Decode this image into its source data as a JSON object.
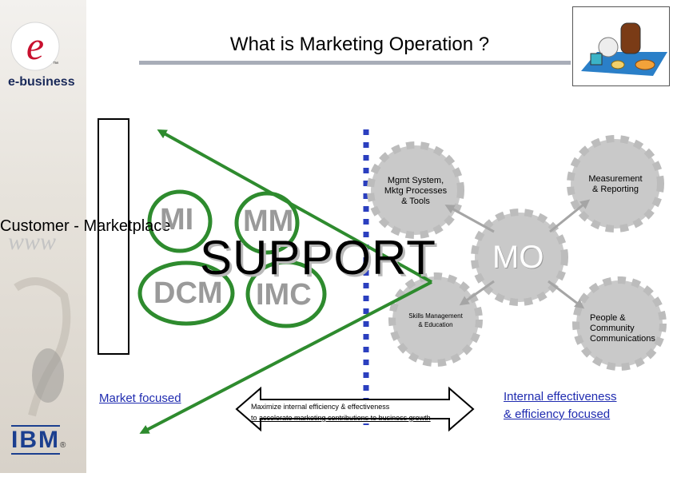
{
  "title": "What is Marketing Operation ?",
  "brand": {
    "logo_letter": "e",
    "tm": "™",
    "ebusiness": "e-business",
    "ibm": "IBM",
    "registered": "®",
    "sidebar_watermark": "www"
  },
  "left_panel": {
    "customer_label": "Customer - Marketplace",
    "bubbles": [
      "MI",
      "MM",
      "DCM",
      "IMC"
    ]
  },
  "center_word": "SUPPORT",
  "mo_label": "MO",
  "gears": [
    {
      "label": "Mgmt System, Mktg Processes & Tools",
      "lines": [
        "Mgmt System,",
        "Mktg Processes",
        "& Tools"
      ]
    },
    {
      "label": "Measurement & Reporting",
      "lines": [
        "Measurement",
        "& Reporting"
      ]
    },
    {
      "label": "Skills Management & Education",
      "lines": [
        "Skills Management",
        "& Education"
      ]
    },
    {
      "label": "People & Community Communications",
      "lines": [
        "People &",
        "Community",
        "Communications"
      ]
    }
  ],
  "footer": {
    "left_focus": "Market focused",
    "arrow_line1": "Maximize internal efficiency & effectiveness",
    "arrow_line2": "to accelerate marketing contributions to business growth",
    "right_focus_line1": "Internal effectiveness",
    "right_focus_line2": "& efficiency focused"
  },
  "colors": {
    "accent_green": "#2e8b2e",
    "divider_blue": "#2b3fbf",
    "link_blue": "#1f2bb0",
    "gear_gray": "#c9c9c9",
    "brand_red": "#c8102e"
  }
}
